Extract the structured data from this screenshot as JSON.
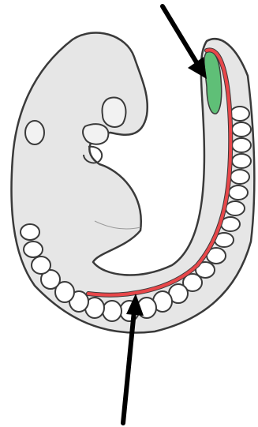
{
  "figure": {
    "subject": "embryo",
    "labels": [],
    "structures": [
      {
        "name": "neural-tube",
        "color": "#e8474a"
      },
      {
        "name": "tail-bud-region",
        "color": "#5fbf77"
      }
    ],
    "pointer_arrows": 2,
    "colors": {
      "outline": "#3a3a3a",
      "body_fill": "#e6e6e6",
      "somite_fill": "#ffffff",
      "arrow": "#000000"
    }
  }
}
